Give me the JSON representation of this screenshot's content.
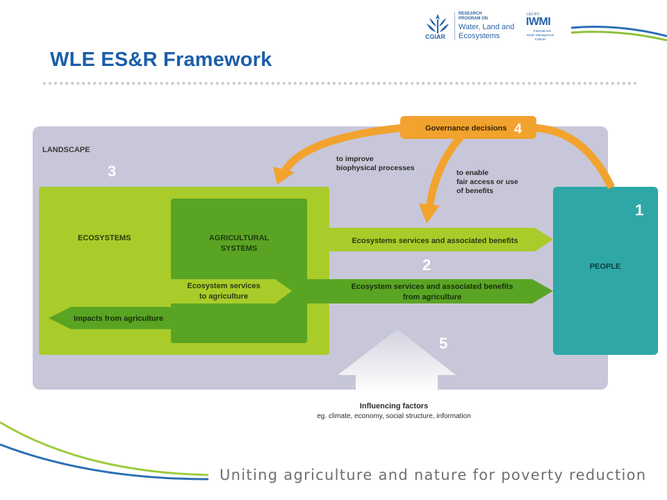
{
  "slide": {
    "title": "WLE ES&R Framework",
    "tagline": "Uniting agriculture and nature for poverty reduction"
  },
  "logos": {
    "cgiar": "CGIAR",
    "program_line1": "RESEARCH",
    "program_line2": "PROGRAM ON",
    "program_line3": "Water, Land and",
    "program_line4": "Ecosystems",
    "led_by": "LED BY:",
    "iwmi": "IWMI",
    "iwmi_line1": "International",
    "iwmi_line2": "Water Management",
    "iwmi_line3": "Institute"
  },
  "diagram": {
    "landscape_label": "LANDSCAPE",
    "num_1": "1",
    "num_2": "2",
    "num_3": "3",
    "num_4": "4",
    "num_5": "5",
    "ecosystems_label": "ECOSYSTEMS",
    "agri_line1": "AGRICULTURAL",
    "agri_line2": "SYSTEMS",
    "people_label": "PEOPLE",
    "governance": "Governance decisions",
    "improve_line1": "to improve",
    "improve_line2": "biophysical processes",
    "enable_line1": "to enable",
    "enable_line2": "fair access or use",
    "enable_line3": "of benefits",
    "es_benefits": "Ecosystems services and associated benefits",
    "es_agri_line1": "Ecosystem services and associated benefits",
    "es_agri_line2": "from agriculture",
    "es_to_agri_line1": "Ecosystem services",
    "es_to_agri_line2": "to agriculture",
    "impacts": "Impacts from agriculture",
    "influencing_title": "Influencing factors",
    "influencing_sub": "eg. climate, economy, social structure, information"
  },
  "colors": {
    "title_blue": "#1b5ea8",
    "landscape_gray": "#c7c7d9",
    "ecosystems_green": "#a9cc2a",
    "agri_green": "#5aa424",
    "people_teal": "#2ea7a6",
    "governance_orange": "#f2a32e"
  }
}
